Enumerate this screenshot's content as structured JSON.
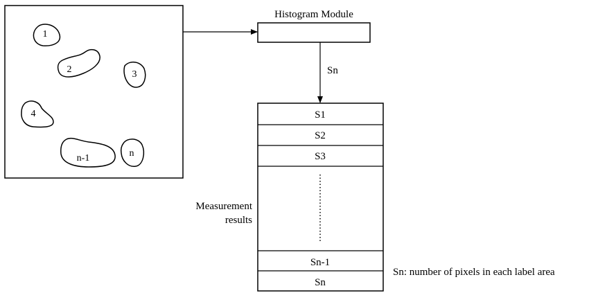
{
  "histogram_module": {
    "title": "Histogram Module"
  },
  "arrow_label": "Sn",
  "regions": {
    "r1": "1",
    "r2": "2",
    "r3": "3",
    "r4": "4",
    "rn1": "n-1",
    "rn": "n"
  },
  "results_table": {
    "side_label_line1": "Measurement",
    "side_label_line2": "results",
    "rows": [
      "S1",
      "S2",
      "S3",
      "Sn-1",
      "Sn"
    ]
  },
  "legend_note": "Sn: number of pixels in each label area",
  "colors": {
    "stroke": "#000000",
    "background": "#ffffff"
  }
}
